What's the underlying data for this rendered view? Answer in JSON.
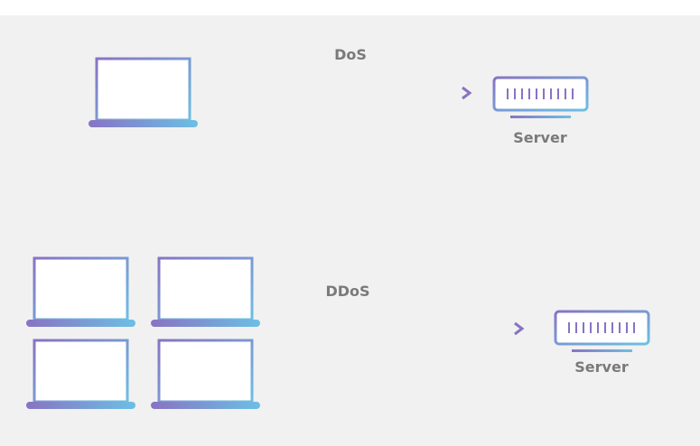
{
  "dos": {
    "label": "DoS",
    "server_label": "Server"
  },
  "ddos": {
    "label": "DDoS",
    "server_label": "Server"
  },
  "colors": {
    "background": "#f1f1f1",
    "gradient_start": "#8873c3",
    "gradient_end": "#6cbfe4",
    "label": "#7a7a7a"
  }
}
